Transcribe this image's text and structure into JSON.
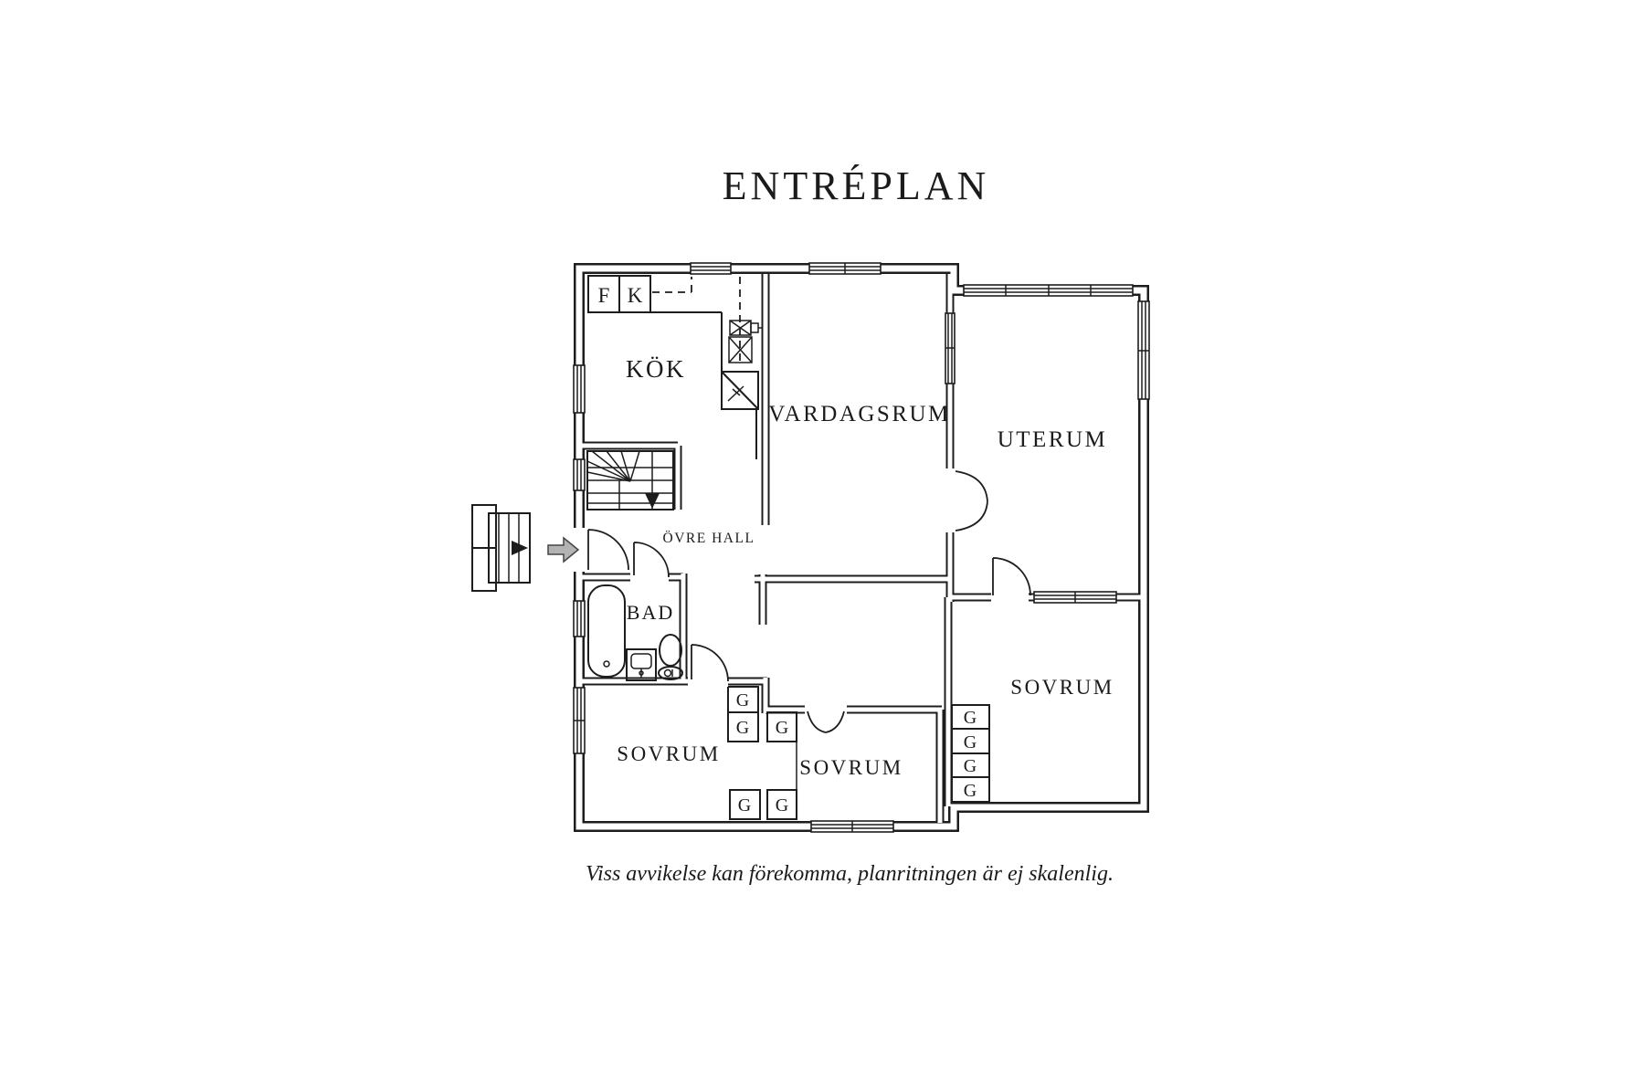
{
  "title": "ENTRÉPLAN",
  "caption": "Viss avvikelse kan förekomma, planritningen är ej skalenlig.",
  "floorplan": {
    "rooms": [
      {
        "label": "KÖK"
      },
      {
        "label": "VARDAGSRUM"
      },
      {
        "label": "UTERUM"
      },
      {
        "label": "ÖVRE HALL"
      },
      {
        "label": "BAD"
      },
      {
        "label": "SOVRUM"
      },
      {
        "label": "SOVRUM"
      },
      {
        "label": "SOVRUM"
      }
    ],
    "appliances": {
      "fridge": "F",
      "freezer": "K"
    },
    "wardrobe_label": "G",
    "colors": {
      "line": "#1d1d1d",
      "background": "#ffffff",
      "entry_arrow_gray": "#b3b3b3"
    }
  }
}
